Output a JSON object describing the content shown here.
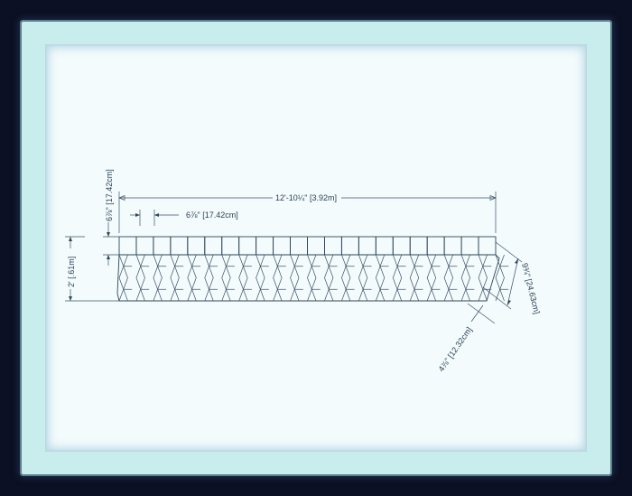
{
  "drawing": {
    "soldier_course_count": 22,
    "herringbone_count": 22,
    "dimensions": {
      "overall_length": "12'-10¼\" [3.92m]",
      "brick_width": "6⅞\" [17.42cm]",
      "soldier_height": "6⅞\" [17.42cm]",
      "overall_height": "2' [.61m]",
      "herringbone_length": "9¾\" [24.63cm]",
      "herringbone_width": "4⅞\" [12.32cm]"
    },
    "colors": {
      "frame": "#c9ecec",
      "mat": "#f3fbfc",
      "line": "#2f465c",
      "outer": "#0b1024"
    }
  }
}
